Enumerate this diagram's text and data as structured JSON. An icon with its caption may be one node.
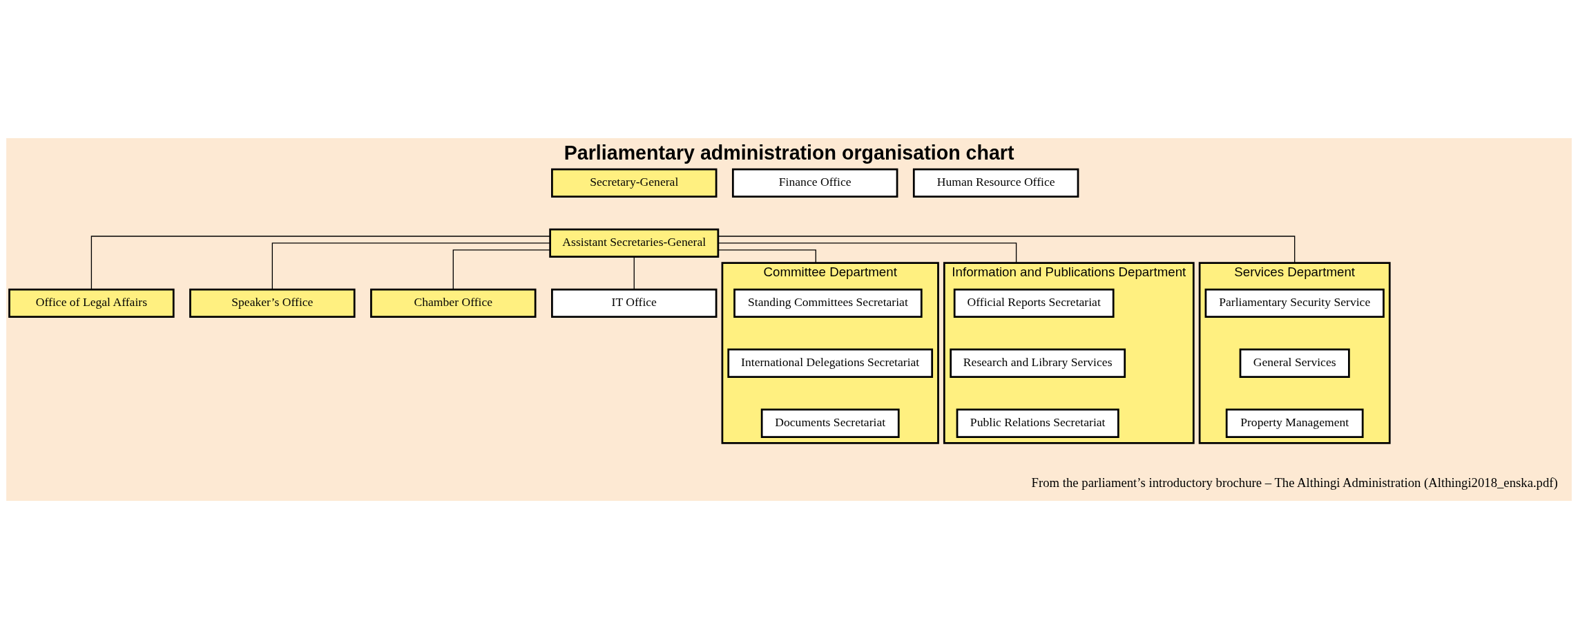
{
  "diagram": {
    "title": "Parliamentary administration organisation chart",
    "caption": "From the parliament’s introductory brochure – The Althingi Administration (Althingi2018_enska.pdf)",
    "nodes": [
      {
        "text": [
          "Secretary-General"
        ]
      },
      {
        "text": [
          "Assistant Secretaries-General"
        ]
      },
      {
        "text": [
          "Office of Legal Affairs"
        ]
      },
      {
        "text": [
          "Speaker’s Office"
        ]
      },
      {
        "text": [
          "Chamber Office"
        ]
      },
      {
        "text": [
          "Finance Office"
        ]
      },
      {
        "text": [
          "Human Resource Office"
        ]
      },
      {
        "text": [
          "IT Office"
        ]
      },
      {
        "text": [
          "Committee Department"
        ]
      },
      {
        "text": [
          "Standing Committees Secretariat"
        ],
        "in": 8
      },
      {
        "text": [
          "International Delegations Secretariat"
        ],
        "in": 8
      },
      {
        "text": [
          "Documents Secretariat"
        ],
        "in": 8
      },
      {
        "text": [
          "Information and Publications Department"
        ]
      },
      {
        "text": [
          "Official Reports Secretariat"
        ],
        "in": 12
      },
      {
        "text": [
          "Research and Library Services"
        ],
        "in": 12
      },
      {
        "text": [
          "Public Relations Secretariat"
        ],
        "in": 12
      },
      {
        "text": [
          "Services Department"
        ]
      },
      {
        "text": [
          "Parliamentary Security Service"
        ],
        "in": 16
      },
      {
        "text": [
          "General Services"
        ],
        "in": 16
      },
      {
        "text": [
          "Property Management"
        ],
        "in": 16
      }
    ],
    "edges": [
      {
        "from": 1,
        "to": 2,
        "arrow": "none"
      },
      {
        "from": 1,
        "to": 3,
        "arrow": "none"
      },
      {
        "from": 1,
        "to": 4,
        "arrow": "none"
      },
      {
        "from": 1,
        "to": 7,
        "arrow": "none"
      },
      {
        "from": 1,
        "to": 8,
        "arrow": "none"
      },
      {
        "from": 1,
        "to": 12,
        "arrow": "none"
      },
      {
        "from": 1,
        "to": 16,
        "arrow": "none"
      }
    ]
  }
}
